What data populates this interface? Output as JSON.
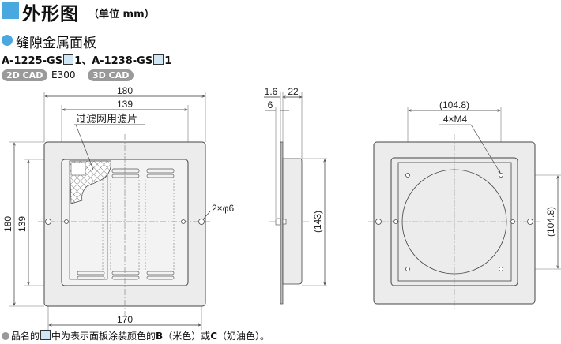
{
  "header": {
    "title": "外形图",
    "unit": "（单位 mm）"
  },
  "product": {
    "name": "缝隙金属面板",
    "model_1": "A-1225-GS",
    "model_1_suffix": "1、",
    "model_2": "A-1238-GS",
    "model_2_suffix": "1",
    "cad_2d": "2D CAD",
    "cad_2d_code": "E300",
    "cad_3d": "3D CAD"
  },
  "front_view": {
    "dim_width": "180",
    "dim_inner_width": "139",
    "dim_height": "180",
    "dim_inner_height": "139",
    "dim_hole_pitch": "170",
    "filter_label": "过滤网用滤片",
    "hole_label": "2×φ6"
  },
  "side_view": {
    "dim_plate": "1.6",
    "dim_depth": "22",
    "dim_offset": "6",
    "dim_height": "(143)"
  },
  "back_view": {
    "dim_h_pitch": "(104.8)",
    "dim_v_pitch": "(104.8)",
    "screw_label": "4×M4"
  },
  "note": {
    "text_before": "品名的",
    "text_after": "中为表示面板涂装颜色的",
    "b": "B",
    "b_desc": "（米色）或",
    "c": "C",
    "c_desc": "（奶油色）。"
  },
  "colors": {
    "accent": "#4aa8e0",
    "panel_fill": "#ececec",
    "box_fill": "#cfe6f5"
  }
}
